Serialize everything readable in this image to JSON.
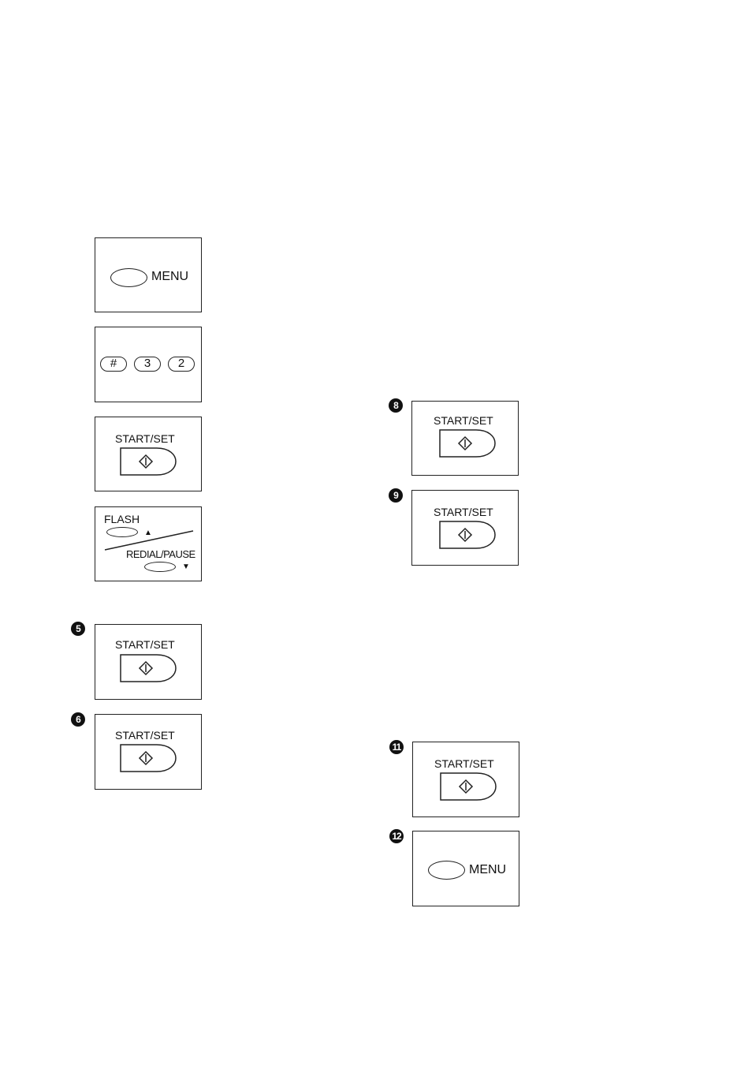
{
  "panels": {
    "menu_label": "MENU",
    "dial_keys": [
      "#",
      "3",
      "2"
    ],
    "start_set_label": "START/SET",
    "flash_label": "FLASH",
    "redial_pause_label": "REDIAL/PAUSE",
    "up_arrow": "▲",
    "down_arrow": "▼"
  },
  "steps": {
    "s5": "5",
    "s6": "6",
    "s8": "8",
    "s9": "9",
    "s11": "11",
    "s12": "12"
  },
  "icons": {
    "start_button": "diamond-start-icon",
    "menu_button": "oval-button-icon"
  }
}
